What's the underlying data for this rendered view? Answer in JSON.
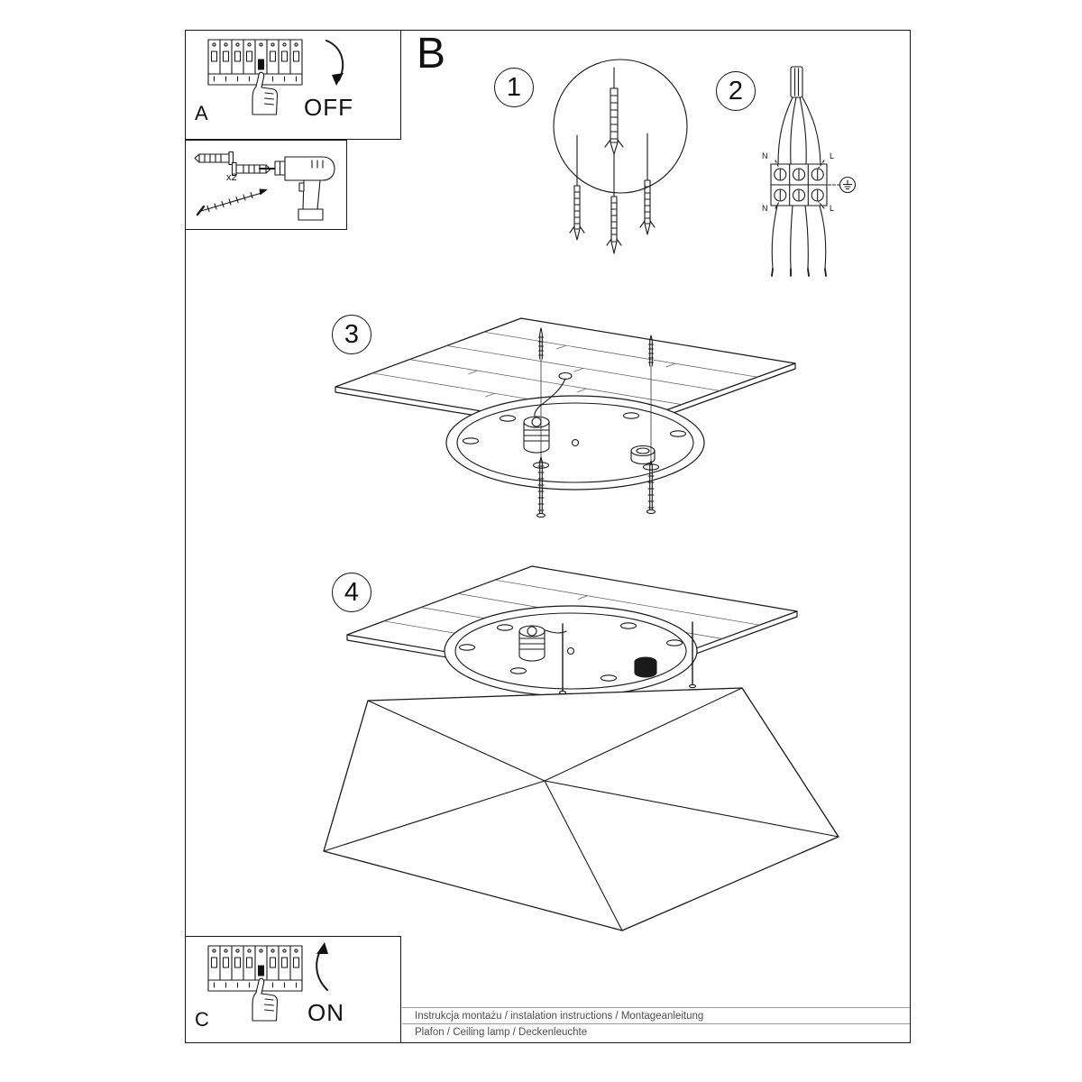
{
  "manual": {
    "section_label": "B",
    "panel_off": {
      "label": "A",
      "switch_state": "OFF"
    },
    "panel_on": {
      "label": "C",
      "switch_state": "ON"
    },
    "tools": {
      "plug_quantity": "x2"
    },
    "steps": {
      "step1": "1",
      "step2": "2",
      "step3": "3",
      "step4": "4"
    },
    "wiring_labels": {
      "neutral_top": "N",
      "live_top": "L",
      "neutral_bottom": "N",
      "live_bottom": "L"
    },
    "footer": {
      "title_line": "Instrukcja montażu / instalation instructions / Montageanleitung",
      "product_line": "Plafon / Ceiling lamp / Deckenleuchte"
    },
    "colors": {
      "line": "#1a1a1a",
      "text": "#111111",
      "footer_text": "#4d4d4d"
    }
  }
}
